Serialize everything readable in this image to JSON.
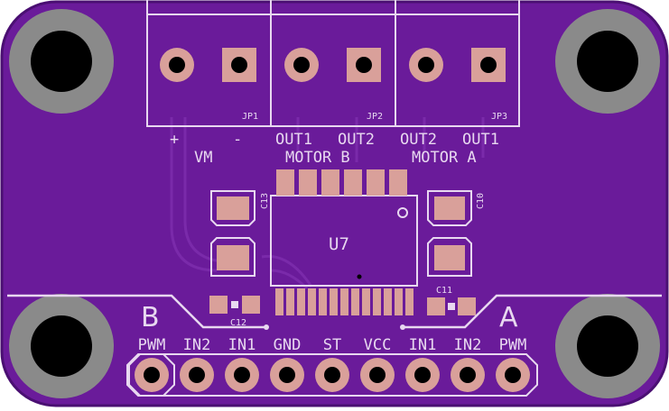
{
  "colors": {
    "board": "#6a1b9a",
    "board_dark": "#4a0f72",
    "trace": "#7a2aaa",
    "silk": "#e8d8f0",
    "pad": "#d9a09a",
    "mount_ring": "#8a8a8a",
    "hole": "#000000"
  },
  "terminals": [
    {
      "ref": "JP1",
      "top_labels": [
        "+",
        "-"
      ],
      "bottom_label": "VM"
    },
    {
      "ref": "JP2",
      "top_labels": [
        "OUT1",
        "OUT2"
      ],
      "bottom_label": "MOTOR B"
    },
    {
      "ref": "JP3",
      "top_labels": [
        "OUT2",
        "OUT1"
      ],
      "bottom_label": "MOTOR A"
    }
  ],
  "components": {
    "ic": "U7",
    "caps": [
      "C13",
      "C10",
      "C11",
      "C12"
    ]
  },
  "channels": {
    "left": "B",
    "right": "A"
  },
  "header_pins": [
    "PWM",
    "IN2",
    "IN1",
    "GND",
    "ST",
    "VCC",
    "IN1",
    "IN2",
    "PWM"
  ]
}
